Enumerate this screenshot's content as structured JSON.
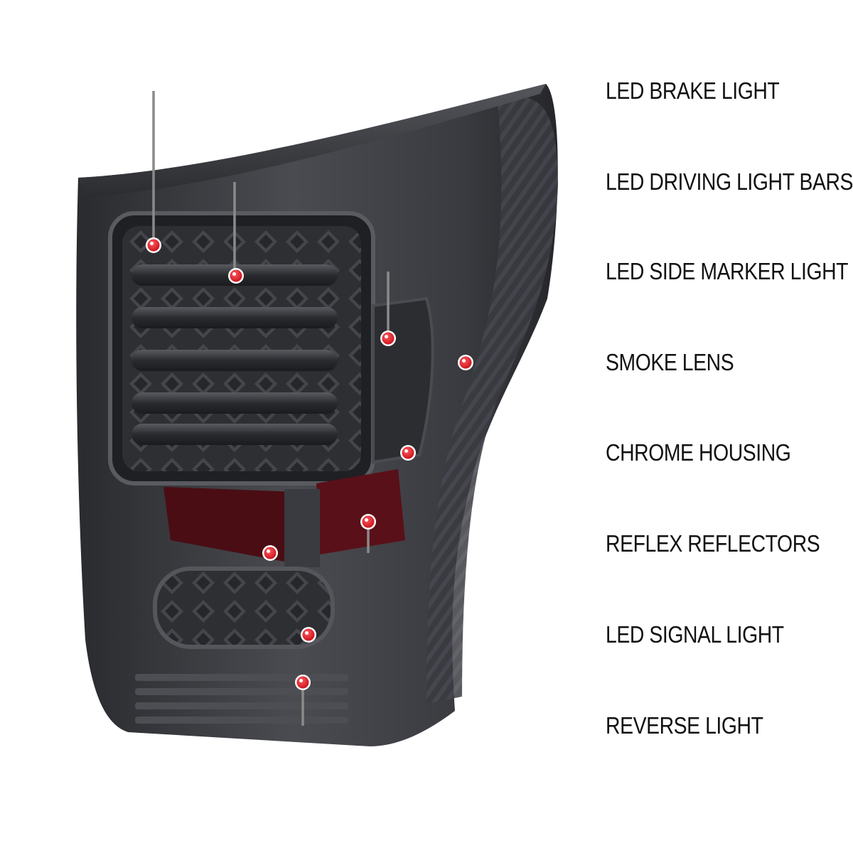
{
  "colors": {
    "dot": "#e0161e",
    "dot_ring": "#ffffff",
    "leader_start": "#8a8a8a",
    "leader_end": "#b3121a",
    "lens": "#3c3d41",
    "lens_dark": "#1f2024",
    "reflector": "#4a0d14",
    "label_text": "#111111"
  },
  "callouts": [
    {
      "id": "led-brake-light",
      "label": "LED BRAKE LIGHT"
    },
    {
      "id": "led-driving-light-bars",
      "label": "LED DRIVING LIGHT BARS"
    },
    {
      "id": "led-side-marker-light",
      "label": "LED SIDE MARKER LIGHT"
    },
    {
      "id": "smoke-lens",
      "label": "SMOKE LENS"
    },
    {
      "id": "chrome-housing",
      "label": "CHROME HOUSING"
    },
    {
      "id": "reflex-reflectors",
      "label": "REFLEX REFLECTORS"
    },
    {
      "id": "led-signal-light",
      "label": "LED SIGNAL LIGHT"
    },
    {
      "id": "reverse-light",
      "label": "REVERSE LIGHT"
    }
  ]
}
